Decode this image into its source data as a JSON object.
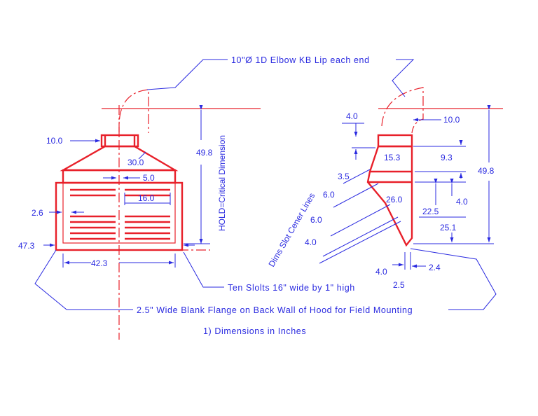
{
  "callouts": {
    "elbow": "10\"Ø  1D Elbow KB Lip each end",
    "hold": "HOLD=Critical Dimension",
    "slots": "Ten Slolts 16\" wide by 1\" high",
    "flange": "2.5\" Wide Blank Flange on Back Wall of Hood for Field Mounting",
    "note1": "1) Dimensions in Inches",
    "dims_slot": "Dims Slot Cener Lines"
  },
  "front_view_dims": {
    "collar_dia": "10.0",
    "angle": "30.0",
    "slot_gap": "5.0",
    "slot_width": "16.0",
    "flange": "2.6",
    "height": "49.8",
    "overall_width": "47.3",
    "inner_width": "42.3"
  },
  "side_view_dims": {
    "collar_h": "4.0",
    "collar_dia": "10.0",
    "top_w": "15.3",
    "top_offset": "9.3",
    "height": "49.8",
    "step": "3.5",
    "slot1": "6.0",
    "slot2": "6.0",
    "slot3": "4.0",
    "slope_len": "26.0",
    "h_22": "22.5",
    "h_4": "4.0",
    "h_25": "25.1",
    "bottom_4": "4.0",
    "bottom_24": "2.4",
    "bottom_25": "2.5"
  }
}
